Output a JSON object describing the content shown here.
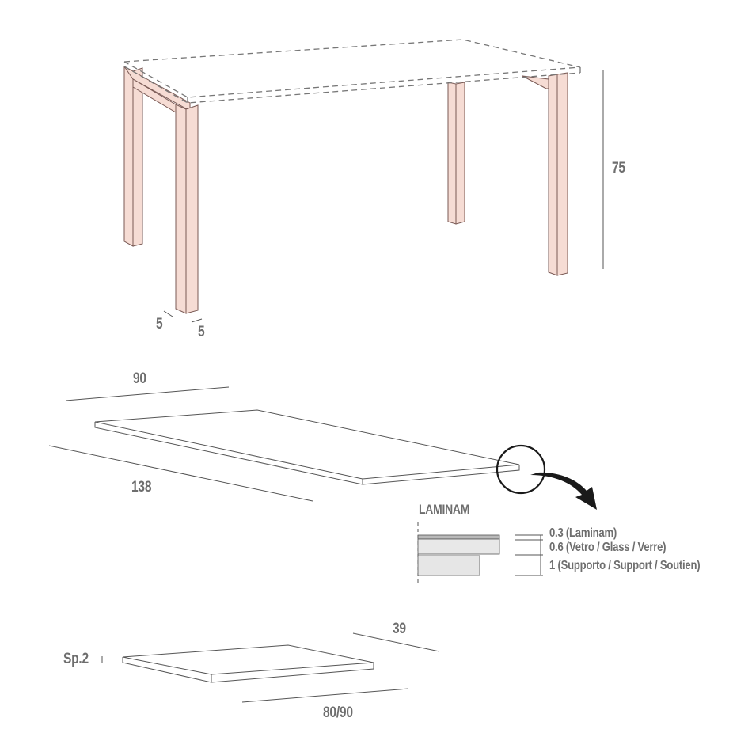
{
  "colors": {
    "leg_fill": "#f6dcd4",
    "leg_stroke": "#7a5a55",
    "line": "#555555",
    "dash": "#777777",
    "text": "#6e6e6e",
    "layer_laminam": "#b9b9b9",
    "layer_glass": "#e8e8e8",
    "layer_support": "#e6e6e6",
    "arrow": "#1a1a1a"
  },
  "table": {
    "height_label": "75",
    "leg_width_label": "5",
    "leg_depth_label": "5"
  },
  "top_panel": {
    "width_label": "90",
    "length_label": "138"
  },
  "detail": {
    "title": "LAMINAM",
    "layers": [
      {
        "thickness": "0.3",
        "label": "0.3 (Laminam)"
      },
      {
        "thickness": "0.6",
        "label": "0.6 (Vetro / Glass / Verre)"
      },
      {
        "thickness": "1",
        "label": "1 (Supporto / Support / Soutien)"
      }
    ]
  },
  "shelf": {
    "thickness_label": "Sp.2",
    "depth_label": "39",
    "width_label": "80/90"
  }
}
